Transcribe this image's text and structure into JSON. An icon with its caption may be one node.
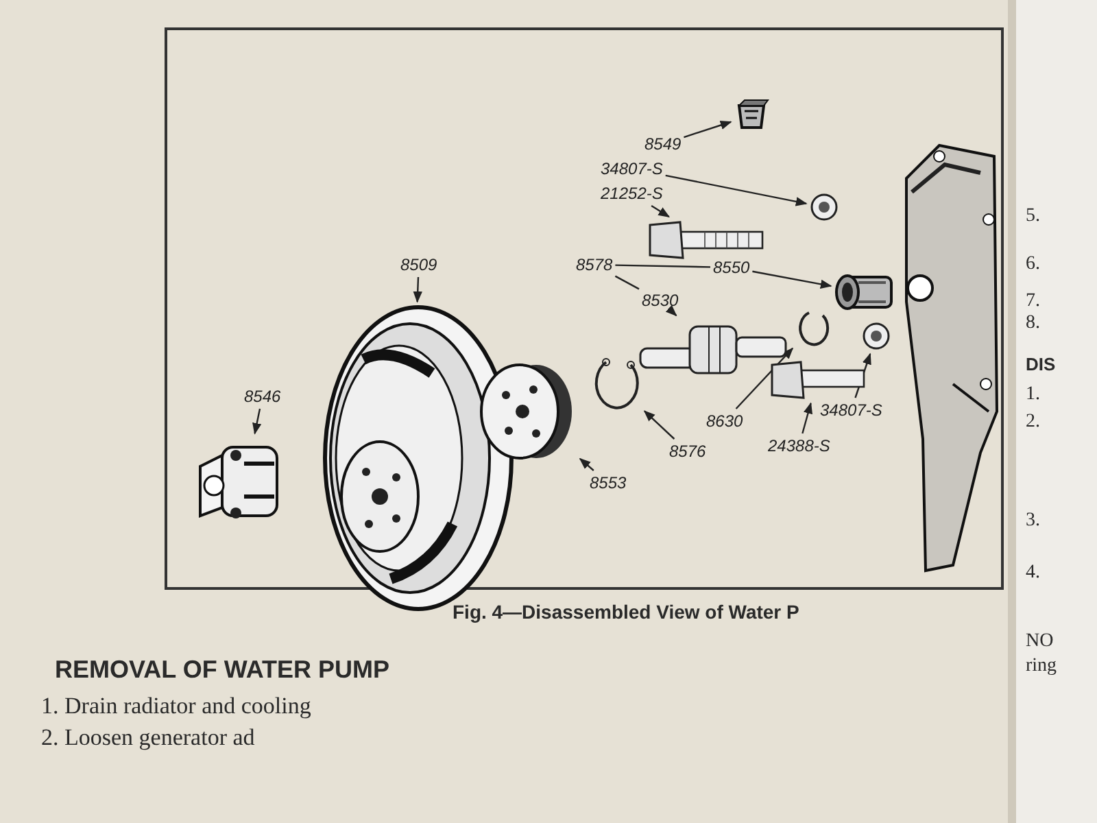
{
  "diagram": {
    "caption": "Fig. 4—Disassembled View of Water P",
    "nodes": [
      {
        "text": [
          "8549"
        ]
      },
      {
        "text": [],
        "shape": "picture"
      },
      {
        "text": [
          "34807-S"
        ]
      },
      {
        "text": [],
        "shape": "picture"
      },
      {
        "text": [
          "21252-S"
        ]
      },
      {
        "text": [],
        "shape": "picture"
      },
      {
        "text": [
          "8578"
        ]
      },
      {
        "text": [
          "8550"
        ]
      },
      {
        "text": [
          "8530"
        ]
      },
      {
        "text": [],
        "shape": "picture"
      },
      {
        "text": [],
        "shape": "picture"
      },
      {
        "text": [],
        "shape": "picture"
      },
      {
        "text": [],
        "shape": "picture"
      },
      {
        "text": [],
        "shape": "picture"
      },
      {
        "text": [
          "34807-S"
        ]
      },
      {
        "text": [
          "8630"
        ]
      },
      {
        "text": [
          "24388-S"
        ]
      },
      {
        "text": [
          "8576"
        ]
      },
      {
        "text": [],
        "shape": "picture"
      },
      {
        "text": [
          "8509"
        ]
      },
      {
        "text": [],
        "shape": "picture"
      },
      {
        "text": [],
        "shape": "picture"
      },
      {
        "text": [
          "8553"
        ]
      },
      {
        "text": [
          "8546"
        ]
      },
      {
        "text": [],
        "shape": "picture"
      },
      {
        "text": [],
        "shape": "picture"
      }
    ],
    "edges": [
      {
        "from": 0,
        "to": 1,
        "arrow": "to"
      },
      {
        "from": 2,
        "to": 3,
        "arrow": "to"
      },
      {
        "from": 4,
        "to": 5,
        "arrow": "to"
      },
      {
        "from": 6,
        "to": 7,
        "arrow": "none"
      },
      {
        "from": 6,
        "to": 8,
        "arrow": "none"
      },
      {
        "from": 7,
        "to": 9,
        "arrow": "to"
      },
      {
        "from": 8,
        "to": 10,
        "arrow": "to"
      },
      {
        "from": 14,
        "to": 13,
        "arrow": "to"
      },
      {
        "from": 15,
        "to": 11,
        "arrow": "to"
      },
      {
        "from": 16,
        "to": 12,
        "arrow": "to"
      },
      {
        "from": 17,
        "to": 18,
        "arrow": "to"
      },
      {
        "from": 19,
        "to": 20,
        "arrow": "to"
      },
      {
        "from": 22,
        "to": 21,
        "arrow": "to"
      },
      {
        "from": 23,
        "to": 24,
        "arrow": "to"
      }
    ],
    "labels": [
      "5.",
      "6.",
      "7.",
      "8.",
      "DIS",
      "1.",
      "2.",
      "3.",
      "4.",
      "NO",
      "ring",
      "REMOVAL OF WATER PUMP",
      "1. Drain radiator and cooling",
      "2. Loosen generator ad"
    ]
  }
}
